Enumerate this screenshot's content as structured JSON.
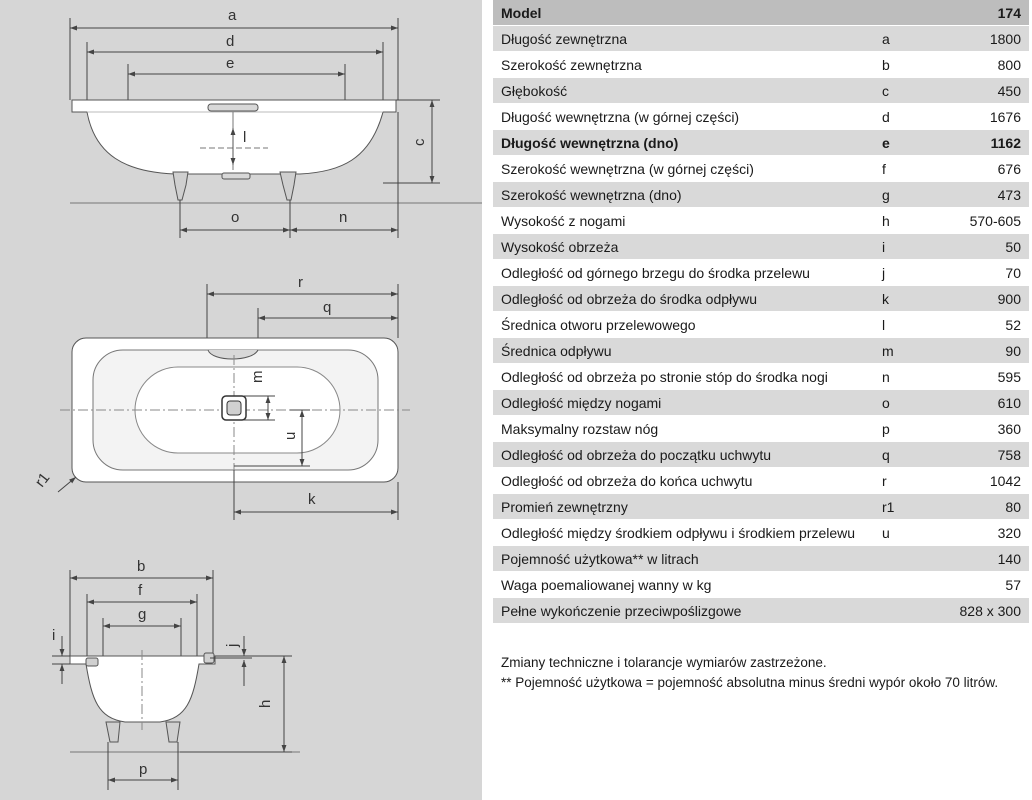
{
  "diagram_labels": {
    "top": [
      "a",
      "d",
      "e",
      "l",
      "c",
      "o",
      "n"
    ],
    "plan": [
      "r",
      "q",
      "m",
      "u",
      "k",
      "r1"
    ],
    "cross": [
      "b",
      "f",
      "g",
      "i",
      "j",
      "h",
      "p"
    ]
  },
  "table": {
    "header": {
      "label": "Model",
      "value": "174"
    },
    "rows": [
      {
        "label": "Długość zewnętrzna",
        "symbol": "a",
        "value": "1800",
        "bold": false
      },
      {
        "label": "Szerokość zewnętrzna",
        "symbol": "b",
        "value": "800",
        "bold": false
      },
      {
        "label": "Głębokość",
        "symbol": "c",
        "value": "450",
        "bold": false
      },
      {
        "label": "Długość wewnętrzna (w górnej części)",
        "symbol": "d",
        "value": "1676",
        "bold": false
      },
      {
        "label": "Długość wewnętrzna (dno)",
        "symbol": "e",
        "value": "1162",
        "bold": true
      },
      {
        "label": "Szerokość wewnętrzna (w górnej części)",
        "symbol": "f",
        "value": "676",
        "bold": false
      },
      {
        "label": "Szerokość wewnętrzna (dno)",
        "symbol": "g",
        "value": "473",
        "bold": false
      },
      {
        "label": "Wysokość z nogami",
        "symbol": "h",
        "value": "570-605",
        "bold": false
      },
      {
        "label": "Wysokość obrzeża",
        "symbol": "i",
        "value": "50",
        "bold": false
      },
      {
        "label": "Odległość od górnego brzegu do środka przelewu",
        "symbol": "j",
        "value": "70",
        "bold": false
      },
      {
        "label": "Odległość od obrzeża do środka odpływu",
        "symbol": "k",
        "value": "900",
        "bold": false
      },
      {
        "label": "Średnica otworu przelewowego",
        "symbol": "l",
        "value": "52",
        "bold": false
      },
      {
        "label": "Średnica odpływu",
        "symbol": "m",
        "value": "90",
        "bold": false
      },
      {
        "label": "Odległość od obrzeża po stronie stóp do środka nogi",
        "symbol": "n",
        "value": "595",
        "bold": false
      },
      {
        "label": "Odległość między nogami",
        "symbol": "o",
        "value": "610",
        "bold": false
      },
      {
        "label": "Maksymalny rozstaw nóg",
        "symbol": "p",
        "value": "360",
        "bold": false
      },
      {
        "label": "Odległość od obrzeża do początku uchwytu",
        "symbol": "q",
        "value": "758",
        "bold": false
      },
      {
        "label": "Odległość od obrzeża do końca uchwytu",
        "symbol": "r",
        "value": "1042",
        "bold": false
      },
      {
        "label": "Promień zewnętrzny",
        "symbol": "r1",
        "value": "80",
        "bold": false
      },
      {
        "label": "Odległość między środkiem odpływu i środkiem przelewu",
        "symbol": "u",
        "value": "320",
        "bold": false
      },
      {
        "label": "Pojemność użytkowa** w litrach",
        "symbol": "",
        "value": "140",
        "bold": false
      },
      {
        "label": "Waga poemaliowanej wanny w kg",
        "symbol": "",
        "value": "57",
        "bold": false
      },
      {
        "label": "Pełne wykończenie przeciwpoślizgowe",
        "symbol": "",
        "value": "828 x 300",
        "bold": false
      }
    ]
  },
  "notes": [
    "Zmiany techniczne i tolarancje wymiarów zastrzeżone.",
    "** Pojemność użytkowa = pojemność absolutna minus średni wypór około 70 litrów."
  ]
}
